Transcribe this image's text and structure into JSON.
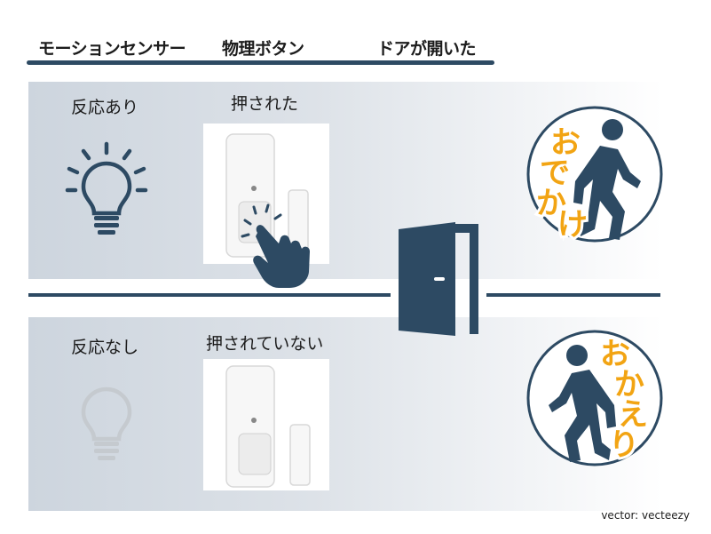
{
  "headers": {
    "motion": "モーションセンサー",
    "button": "物理ボタン",
    "door": "ドアが開いた"
  },
  "top_row": {
    "motion_label": "反応あり",
    "button_label": "押された"
  },
  "bottom_row": {
    "motion_label": "反応なし",
    "button_label": "押されていない"
  },
  "badges": {
    "outing": [
      "お",
      "で",
      "か",
      "け"
    ],
    "return": [
      "お",
      "か",
      "え",
      "り"
    ]
  },
  "colors": {
    "navy": "#2d4a63",
    "accent_orange": "#f2a413",
    "bulb_off": "#c5cacf"
  },
  "credit": "vector: vecteezy"
}
